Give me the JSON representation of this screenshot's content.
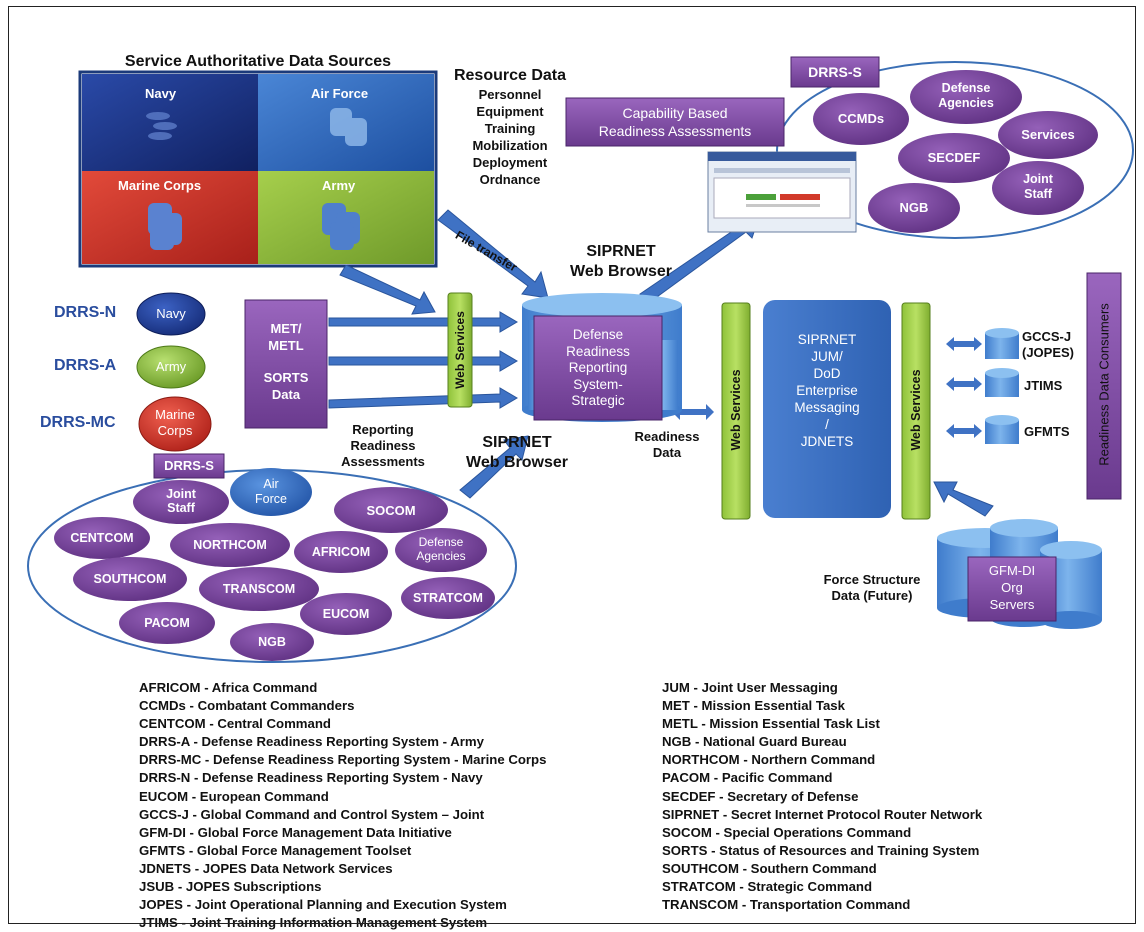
{
  "sources": {
    "title": "Service Authoritative Data Sources",
    "navy": "Navy",
    "air_force": "Air Force",
    "marine_corps": "Marine Corps",
    "army": "Army"
  },
  "resource_data": {
    "title": "Resource Data",
    "items": [
      "Personnel",
      "Equipment",
      "Training",
      "Mobilization",
      "Deployment",
      "Ordnance"
    ]
  },
  "file_transfer": "File transfer",
  "top_right": {
    "drrs_s": "DRRS-S",
    "capability_line1": "Capability Based",
    "capability_line2": "Readiness Assessments",
    "ovals": {
      "defense_agencies_1": "Defense",
      "defense_agencies_2": "Agencies",
      "ccmds": "CCMDs",
      "services": "Services",
      "secdef": "SECDEF",
      "joint_staff_1": "Joint",
      "joint_staff_2": "Staff",
      "ngb": "NGB"
    }
  },
  "siprnet_top_1": "SIPRNET",
  "siprnet_top_2": "Web Browser",
  "siprnet_mid_1": "SIPRNET",
  "siprnet_mid_2": "Web Browser",
  "drrs_left": {
    "n": "DRRS-N",
    "a": "DRRS-A",
    "mc": "DRRS-MC",
    "navy": "Navy",
    "army": "Army",
    "marine_1": "Marine",
    "marine_2": "Corps"
  },
  "met_box": {
    "line1": "MET/",
    "line2": "METL",
    "line3": "SORTS",
    "line4": "Data"
  },
  "web_services": "Web Services",
  "drrs_center": {
    "line1": "Defense",
    "line2": "Readiness",
    "line3": "Reporting",
    "line4": "System-",
    "line5": "Strategic"
  },
  "reporting_1": "Reporting",
  "reporting_2": "Readiness",
  "reporting_3": "Assessments",
  "readiness_data_1": "Readiness",
  "readiness_data_2": "Data",
  "jum_box": {
    "line1": "SIPRNET",
    "line2": "JUM/",
    "line3": "DoD",
    "line4": "Enterprise",
    "line5": "Messaging",
    "line6": "/",
    "line7": "JDNETS"
  },
  "consumers": {
    "gccs_1": "GCCS-J",
    "gccs_2": "(JOPES)",
    "jtims": "JTIMS",
    "gfmts": "GFMTS",
    "vertical": "Readiness Data Consumers"
  },
  "gfm": {
    "line1": "GFM-DI",
    "line2": "Org",
    "line3": "Servers",
    "fs_1": "Force Structure",
    "fs_2": "Data (Future)"
  },
  "bottom_left": {
    "drrs_s": "DRRS-S",
    "joint_1": "Joint",
    "joint_2": "Staff",
    "air_1": "Air",
    "air_2": "Force",
    "socom": "SOCOM",
    "centcom": "CENTCOM",
    "northcom": "NORTHCOM",
    "africom": "AFRICOM",
    "def_1": "Defense",
    "def_2": "Agencies",
    "southcom": "SOUTHCOM",
    "transcom": "TRANSCOM",
    "stratcom": "STRATCOM",
    "eucom": "EUCOM",
    "pacom": "PACOM",
    "ngb": "NGB"
  },
  "legend_left": [
    "AFRICOM - Africa Command",
    "CCMDs - Combatant Commanders",
    "CENTCOM -  Central Command",
    "DRRS-A - Defense Readiness Reporting System - Army",
    "DRRS-MC - Defense Readiness Reporting System - Marine Corps",
    "DRRS-N - Defense Readiness Reporting System - Navy",
    "EUCOM - European Command",
    "GCCS-J - Global Command and Control System – Joint",
    "GFM-DI - Global Force Management Data Initiative",
    "GFMTS - Global Force Management Toolset",
    "JDNETS - JOPES Data Network Services",
    "JSUB - JOPES Subscriptions",
    "JOPES - Joint Operational Planning and Execution System",
    "JTIMS - Joint Training Information Management System"
  ],
  "legend_right": [
    "JUM - Joint User Messaging",
    "MET - Mission Essential Task",
    "METL - Mission Essential Task List",
    "NGB - National Guard Bureau",
    "NORTHCOM - Northern Command",
    "PACOM - Pacific Command",
    "SECDEF - Secretary of Defense",
    "SIPRNET - Secret Internet Protocol Router Network",
    "SOCOM - Special Operations Command",
    "SORTS - Status of Resources and Training System",
    "SOUTHCOM - Southern Command",
    "STRATCOM - Strategic Command",
    "TRANSCOM - Transportation Command"
  ]
}
